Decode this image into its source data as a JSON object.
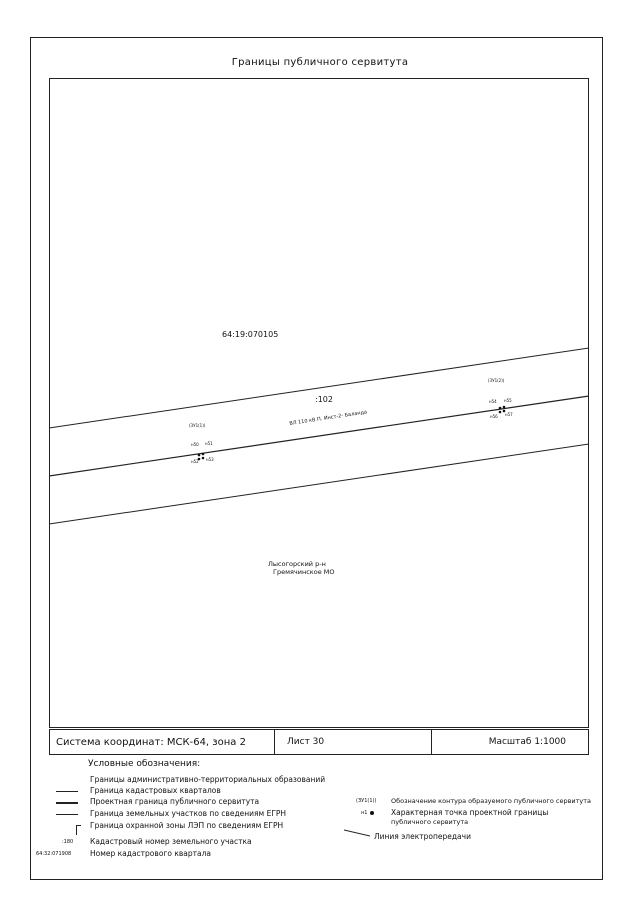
{
  "title": "Границы публичного сервитута",
  "map": {
    "cadastral_quarter": "64:19:070105",
    "parcel": ":102",
    "powerline_label": "ВЛ 110 кВ П. Инст-2- Баланда",
    "district_line1": "Лысогорский р-н",
    "district_line2": "Гремячинское МО",
    "contour_left": "(ЗУ1(1))",
    "contour_right": "(ЗУ1(2))",
    "points_left": [
      "н50",
      "н51",
      "н52",
      "н53"
    ],
    "points_right": [
      "н54",
      "н55",
      "н56",
      "н57"
    ]
  },
  "infobar": {
    "coords": "Система координат: МСК-64, зона 2",
    "sheet": "Лист 30",
    "scale": "Масштаб 1:1000"
  },
  "legend": {
    "title": "Условные обозначения:",
    "items": [
      "Границы административно-территориальных образований",
      "Граница кадастровых кварталов",
      "Проектная граница публичного сервитута",
      "Граница земельных участков по сведениям ЕГРН",
      "Граница охранной зоны ЛЭП по сведениям ЕГРН"
    ],
    "parcel_symbol": ":180",
    "parcel_text": "Кадастровый номер земельного участка",
    "quarter_symbol": "64:32:071908",
    "quarter_text": "Номер кадастрового квартала",
    "contour_symbol": "(ЗУ1(1))",
    "contour_text": "Обозначение контура образуемого публичного сервитута",
    "point_symbol": "н1",
    "point_text_line1": "Характерная точка проектной границы",
    "point_text_line2": "публичного сервитута",
    "powerline_text": "Линия электропередачи"
  }
}
